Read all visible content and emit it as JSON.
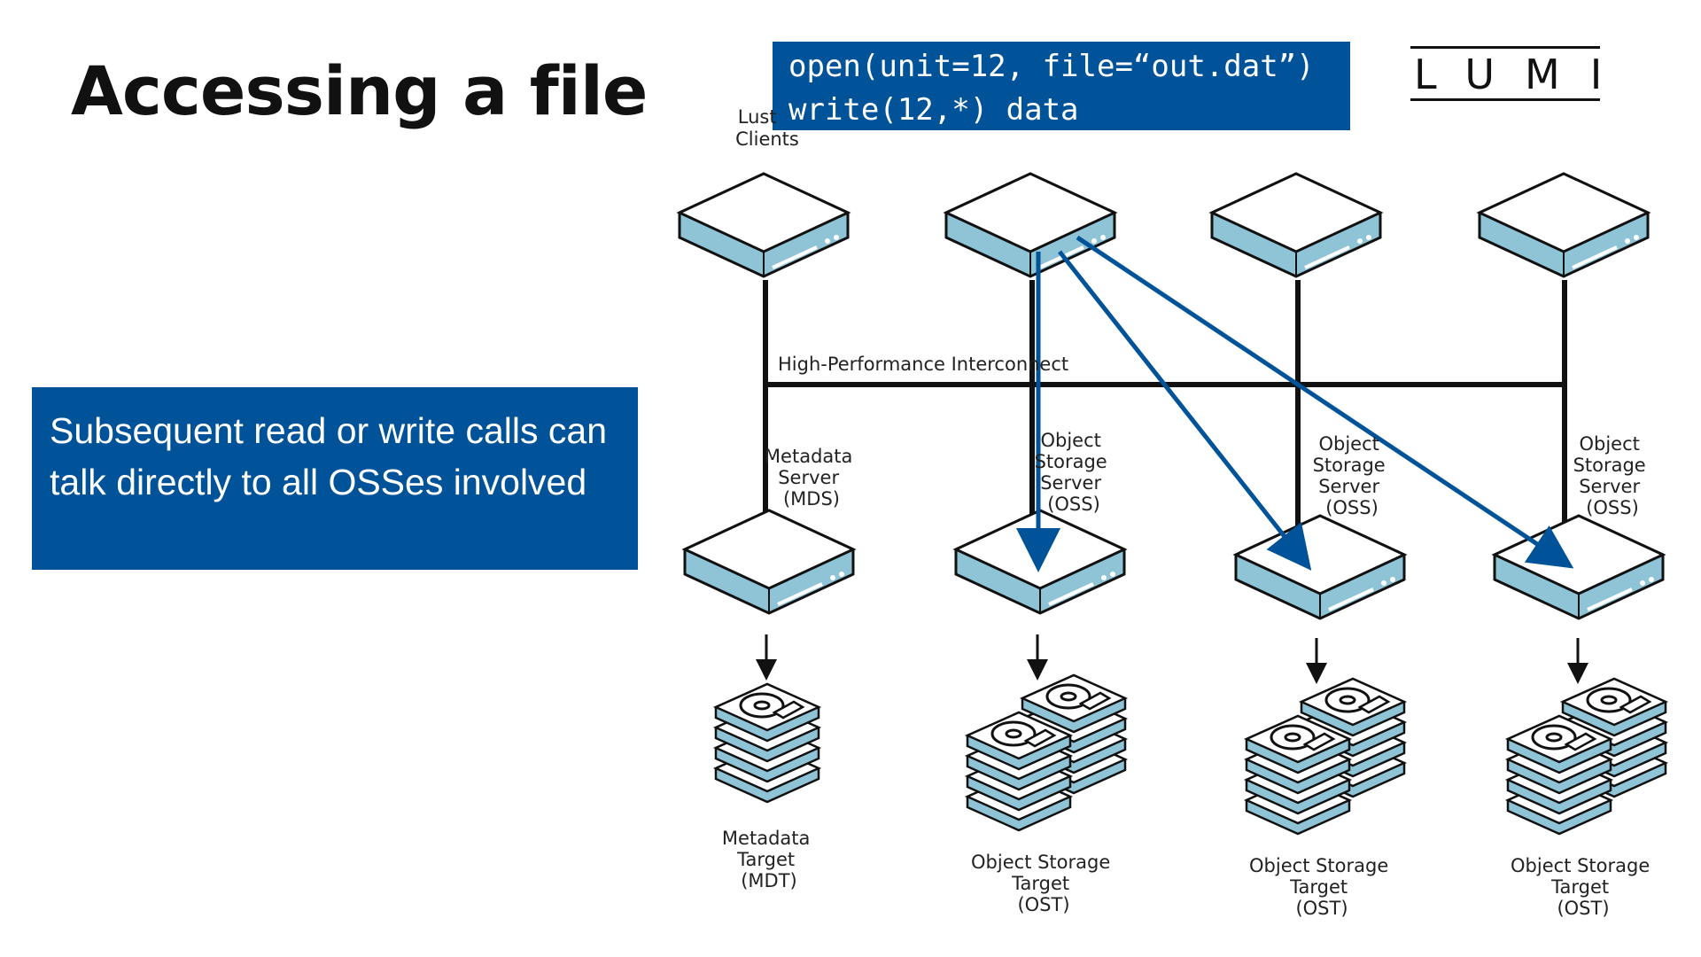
{
  "slide": {
    "title": "Accessing a file",
    "code_lines": [
      "open(unit=12, file=“out.dat”)",
      "write(12,*) data"
    ],
    "logo_text": "LUMI",
    "note": "Subsequent read or write calls can talk directly to all OSSes involved"
  },
  "diagram": {
    "clients_label": [
      "Lust",
      "Clients"
    ],
    "interconnect_label": "High-Performance Interconnect",
    "servers": [
      {
        "id": "mds",
        "label": [
          "Metadata",
          "Server",
          "(MDS)"
        ]
      },
      {
        "id": "oss1",
        "label": [
          "Object",
          "Storage",
          "Server",
          "(OSS)"
        ]
      },
      {
        "id": "oss2",
        "label": [
          "Object",
          "Storage",
          "Server",
          "(OSS)"
        ]
      },
      {
        "id": "oss3",
        "label": [
          "Object",
          "Storage",
          "Server",
          "(OSS)"
        ]
      }
    ],
    "targets": [
      {
        "id": "mdt",
        "label": [
          "Metadata",
          "Target",
          "(MDT)"
        ]
      },
      {
        "id": "ost1",
        "label": [
          "Object Storage",
          "Target",
          "(OST)"
        ]
      },
      {
        "id": "ost2",
        "label": [
          "Object Storage",
          "Target",
          "(OST)"
        ]
      },
      {
        "id": "ost3",
        "label": [
          "Object Storage",
          "Target",
          "(OST)"
        ]
      }
    ],
    "colors": {
      "accent": "#005398",
      "device": "#8fc3d6",
      "line": "#111111"
    }
  }
}
